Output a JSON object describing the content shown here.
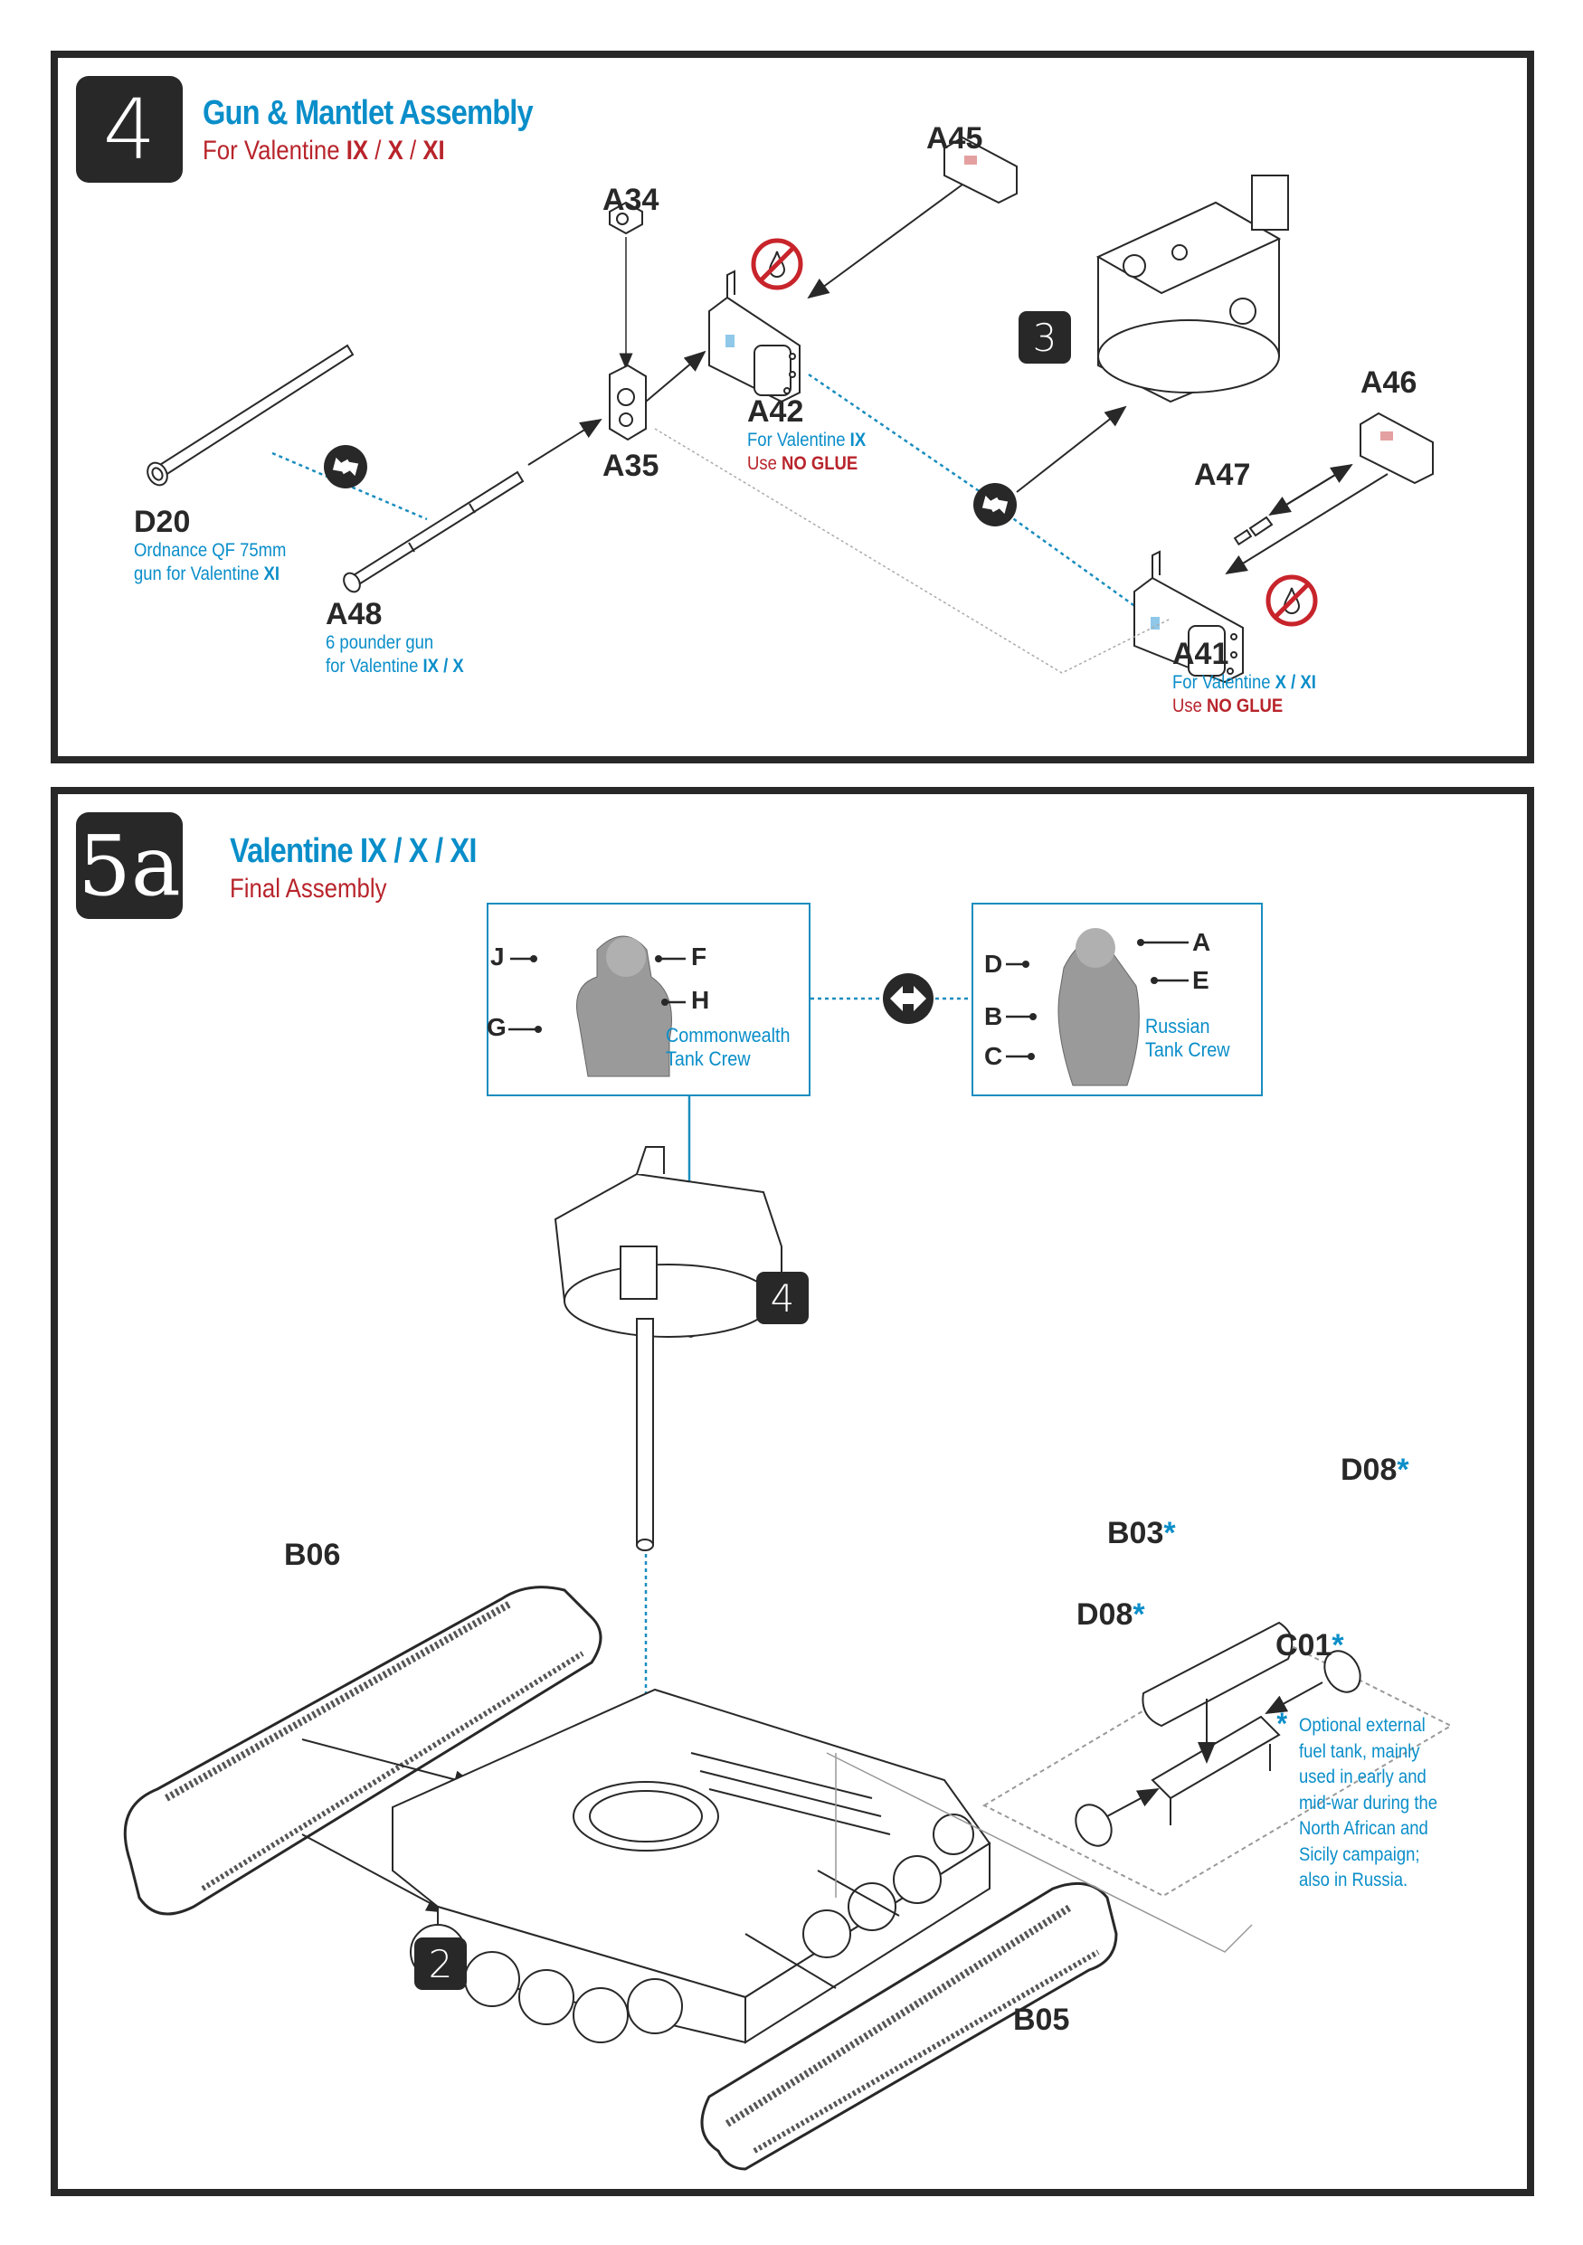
{
  "step4": {
    "number": "4",
    "title": "Gun & Mantlet Assembly",
    "subtitle_prefix": "For Valentine ",
    "subtitle_variants": [
      "IX",
      "X",
      "XI"
    ],
    "parts": {
      "A45": {
        "label": "A45"
      },
      "A34": {
        "label": "A34"
      },
      "A35": {
        "label": "A35"
      },
      "A42": {
        "label": "A42",
        "note_prefix": "For Valentine ",
        "note_variants": "IX",
        "glue_prefix": "Use ",
        "glue_value": "NO GLUE"
      },
      "A46": {
        "label": "A46"
      },
      "A47": {
        "label": "A47"
      },
      "A41": {
        "label": "A41",
        "note_prefix": "For Valentine ",
        "note_variants": "X / XI",
        "glue_prefix": "Use ",
        "glue_value": "NO GLUE"
      },
      "D20": {
        "label": "D20",
        "note_line1": "Ordnance QF 75mm",
        "note_line2_prefix": "gun for Valentine ",
        "note_line2_variant": "XI"
      },
      "A48": {
        "label": "A48",
        "note_line1": "6 pounder gun",
        "note_line2_prefix": "for Valentine ",
        "note_line2_variant": "IX / X"
      }
    },
    "ref_badge": "3",
    "icons": [
      "no-glue-icon",
      "alternative-option-icon",
      "turret-ref-badge"
    ]
  },
  "step5a": {
    "number": "5a",
    "title": "Valentine IX / X / XI",
    "subtitle": "Final Assembly",
    "crew": [
      {
        "name_line1": "Commonwealth",
        "name_line2": "Tank Crew",
        "labels": [
          "J",
          "F",
          "H",
          "G"
        ]
      },
      {
        "name_line1": "Russian",
        "name_line2": "Tank Crew",
        "labels": [
          "A",
          "D",
          "E",
          "B",
          "C"
        ]
      }
    ],
    "ref_badges": {
      "turret": "4",
      "hull": "2"
    },
    "parts": {
      "B06": "B06",
      "B05": "B05",
      "B03": "B03",
      "D08_top": "D08",
      "D08_left": "D08",
      "C01": "C01",
      "asterisk": "*"
    },
    "footnote": {
      "star": "*",
      "lines": [
        "Optional external",
        "fuel tank, mainly",
        "used in early and",
        "mid-war during the",
        "North African and",
        "Sicily campaign;",
        "also in Russia."
      ]
    }
  },
  "colors": {
    "frame": "#282828",
    "accent_blue": "#0a8ec9",
    "accent_red": "#b8242b"
  }
}
